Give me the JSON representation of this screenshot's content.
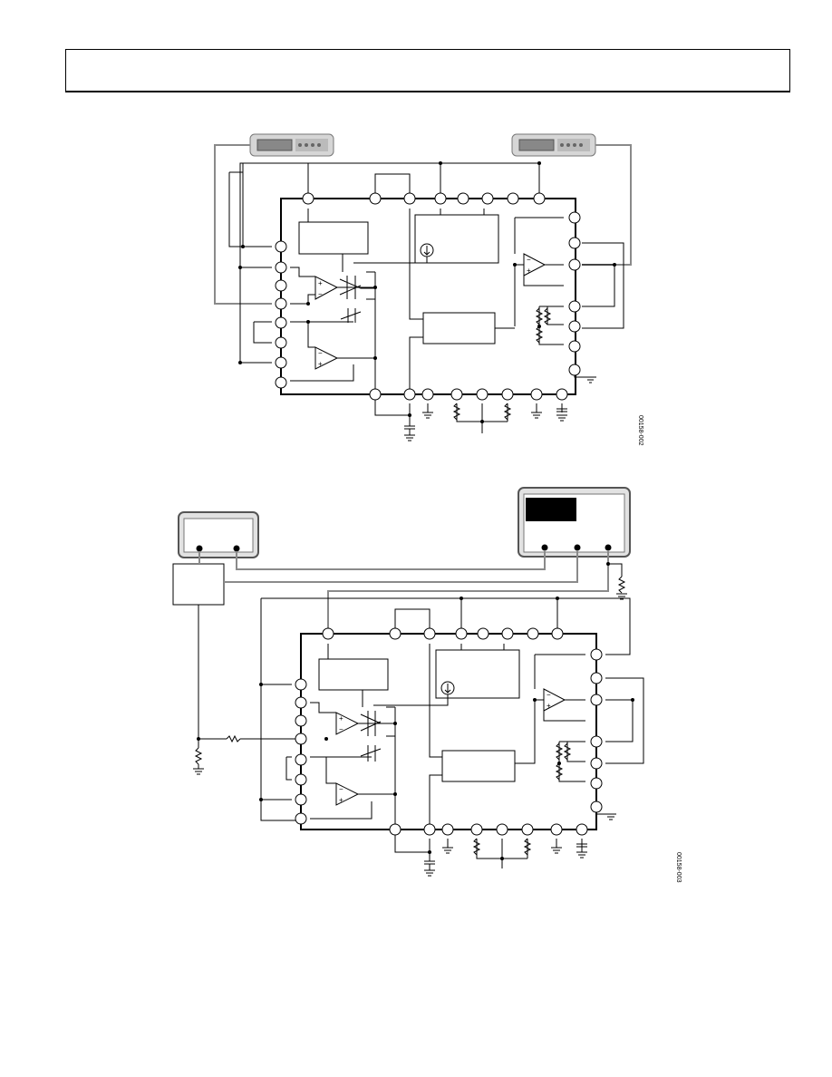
{
  "header": {
    "title": ""
  },
  "figures": [
    {
      "id": "00158-002",
      "label": "00158-002"
    },
    {
      "id": "00158-003",
      "label": "00158-003"
    }
  ],
  "icons": {
    "signal_generator": "signal-generator-icon",
    "analyzer": "analyzer-icon",
    "ground": "ground-icon",
    "resistor": "resistor-icon",
    "capacitor": "capacitor-icon",
    "op_amp": "op-amp-icon",
    "current_source": "current-source-icon"
  },
  "colors": {
    "ink": "#000000",
    "instrument_body": "#d8d8d8",
    "instrument_wire": "#8a8a8a"
  }
}
